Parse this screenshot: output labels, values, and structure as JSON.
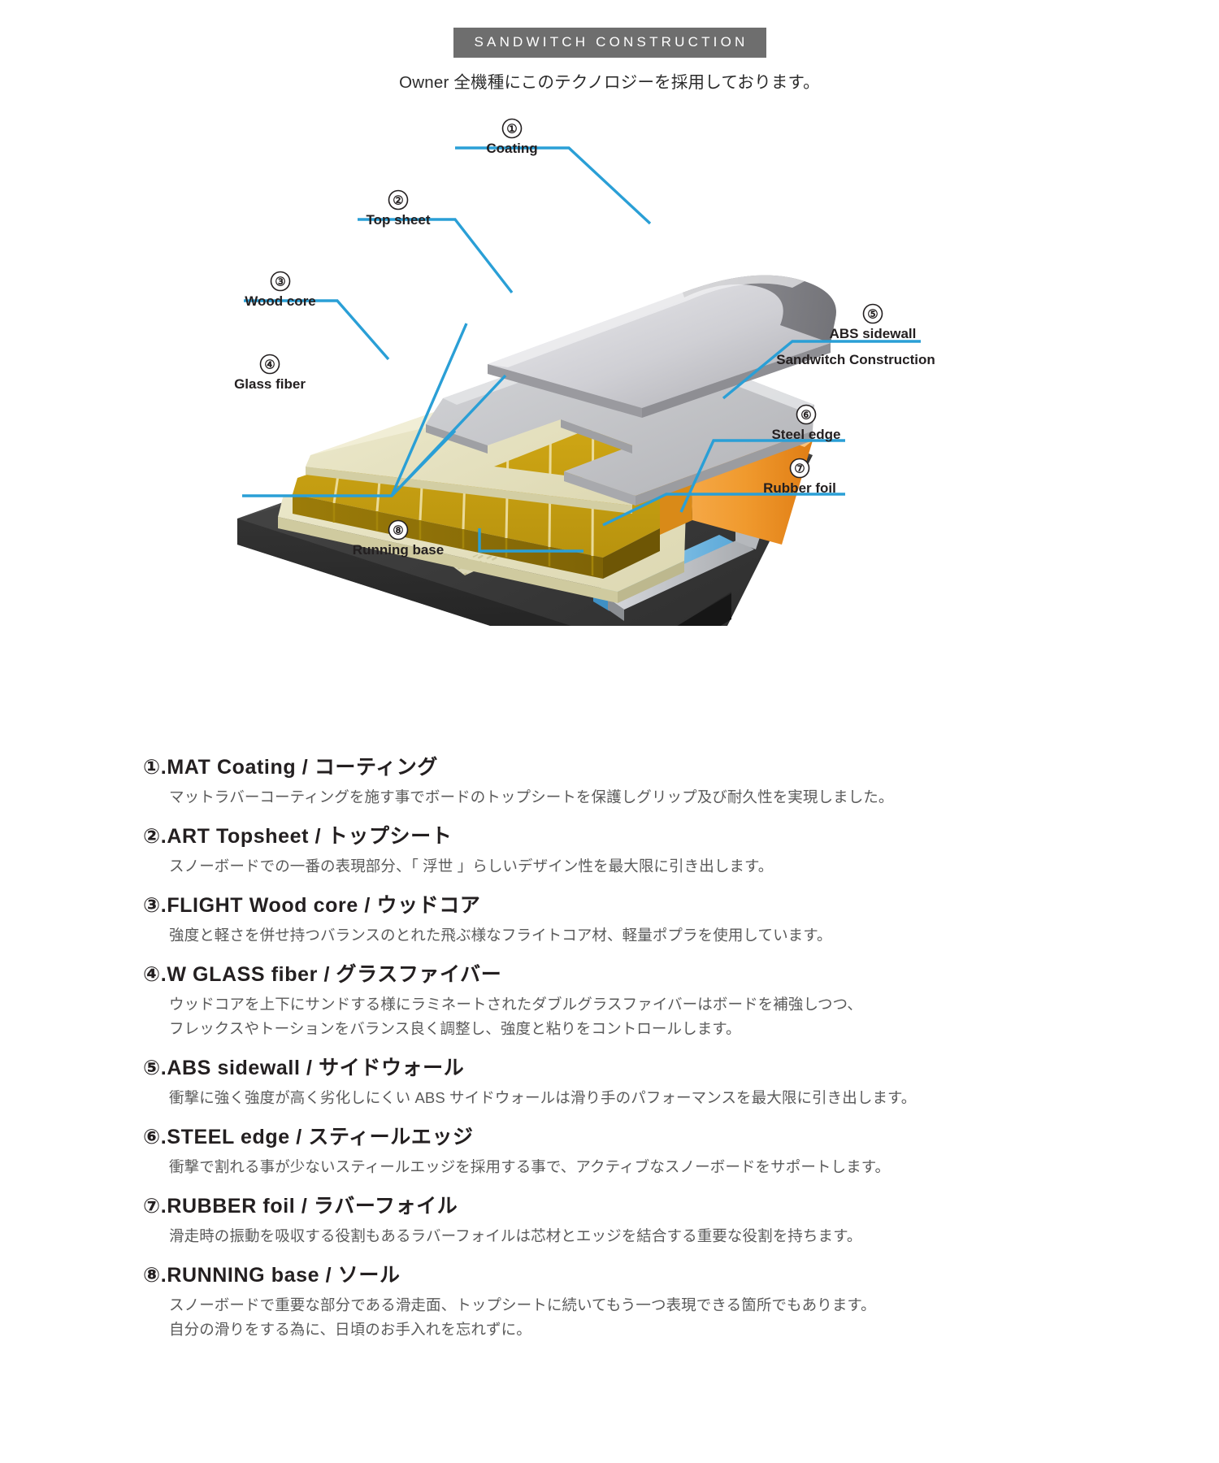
{
  "header": {
    "section_title": "SANDWITCH CONSTRUCTION",
    "subtitle": "Owner 全機種にこのテクノロジーを採用しております。"
  },
  "diagram": {
    "name": "snowboard-sandwich-construction-exploded-diagram",
    "callouts": [
      {
        "num": "①",
        "label": "Coating"
      },
      {
        "num": "②",
        "label": "Top sheet"
      },
      {
        "num": "③",
        "label": "Wood core"
      },
      {
        "num": "④",
        "label": "Glass fiber"
      },
      {
        "num": "⑤",
        "label": "ABS sidewall",
        "sublabel": "Sandwitch Construction"
      },
      {
        "num": "⑥",
        "label": "Steel edge"
      },
      {
        "num": "⑦",
        "label": "Rubber foil"
      },
      {
        "num": "⑧",
        "label": "Running base"
      }
    ],
    "colors": {
      "leader_line": "#2a9fd6",
      "coating_top": "#d9d9dc",
      "coating_dark": "#7c7c80",
      "topsheet": "#c3c4c6",
      "glass_fiber": "#e6e2c3",
      "wood_core": "#c09a12",
      "wood_core_dark": "#8a6f08",
      "abs_sidewall": "#f2a23a",
      "steel_edge": "#b9bcc0",
      "rubber_foil": "#6fb7e0",
      "running_base": "#3a3a3a"
    }
  },
  "list": {
    "items": [
      {
        "heading": "①.MAT Coating / コーティング",
        "lines": [
          "マットラバーコーティングを施す事でボードのトップシートを保護しグリップ及び耐久性を実現しました。"
        ]
      },
      {
        "heading": "②.ART Topsheet / トップシート",
        "lines": [
          "スノーボードでの一番の表現部分、「 浮世 」らしいデザイン性を最大限に引き出します。"
        ]
      },
      {
        "heading": "③.FLIGHT Wood core / ウッドコア",
        "lines": [
          "強度と軽さを併せ持つバランスのとれた飛ぶ様なフライトコア材、軽量ポプラを使用しています。"
        ]
      },
      {
        "heading": "④.W GLASS fiber / グラスファイバー",
        "lines": [
          "ウッドコアを上下にサンドする様にラミネートされたダブルグラスファイバーはボードを補強しつつ、",
          "フレックスやトーションをバランス良く調整し、強度と粘りをコントロールします。"
        ]
      },
      {
        "heading": "⑤.ABS sidewall / サイドウォール",
        "lines": [
          "衝撃に強く強度が高く劣化しにくい ABS サイドウォールは滑り手のパフォーマンスを最大限に引き出します。"
        ]
      },
      {
        "heading": "⑥.STEEL edge / スティールエッジ",
        "lines": [
          "衝撃で割れる事が少ないスティールエッジを採用する事で、アクティブなスノーボードをサポートします。"
        ]
      },
      {
        "heading": "⑦.RUBBER foil / ラバーフォイル",
        "lines": [
          "滑走時の振動を吸収する役割もあるラバーフォイルは芯材とエッジを結合する重要な役割を持ちます。"
        ]
      },
      {
        "heading": "⑧.RUNNING base / ソール",
        "lines": [
          "スノーボードで重要な部分である滑走面、トップシートに続いてもう一つ表現できる箇所でもあります。",
          "自分の滑りをする為に、日頃のお手入れを忘れずに。"
        ]
      }
    ]
  }
}
